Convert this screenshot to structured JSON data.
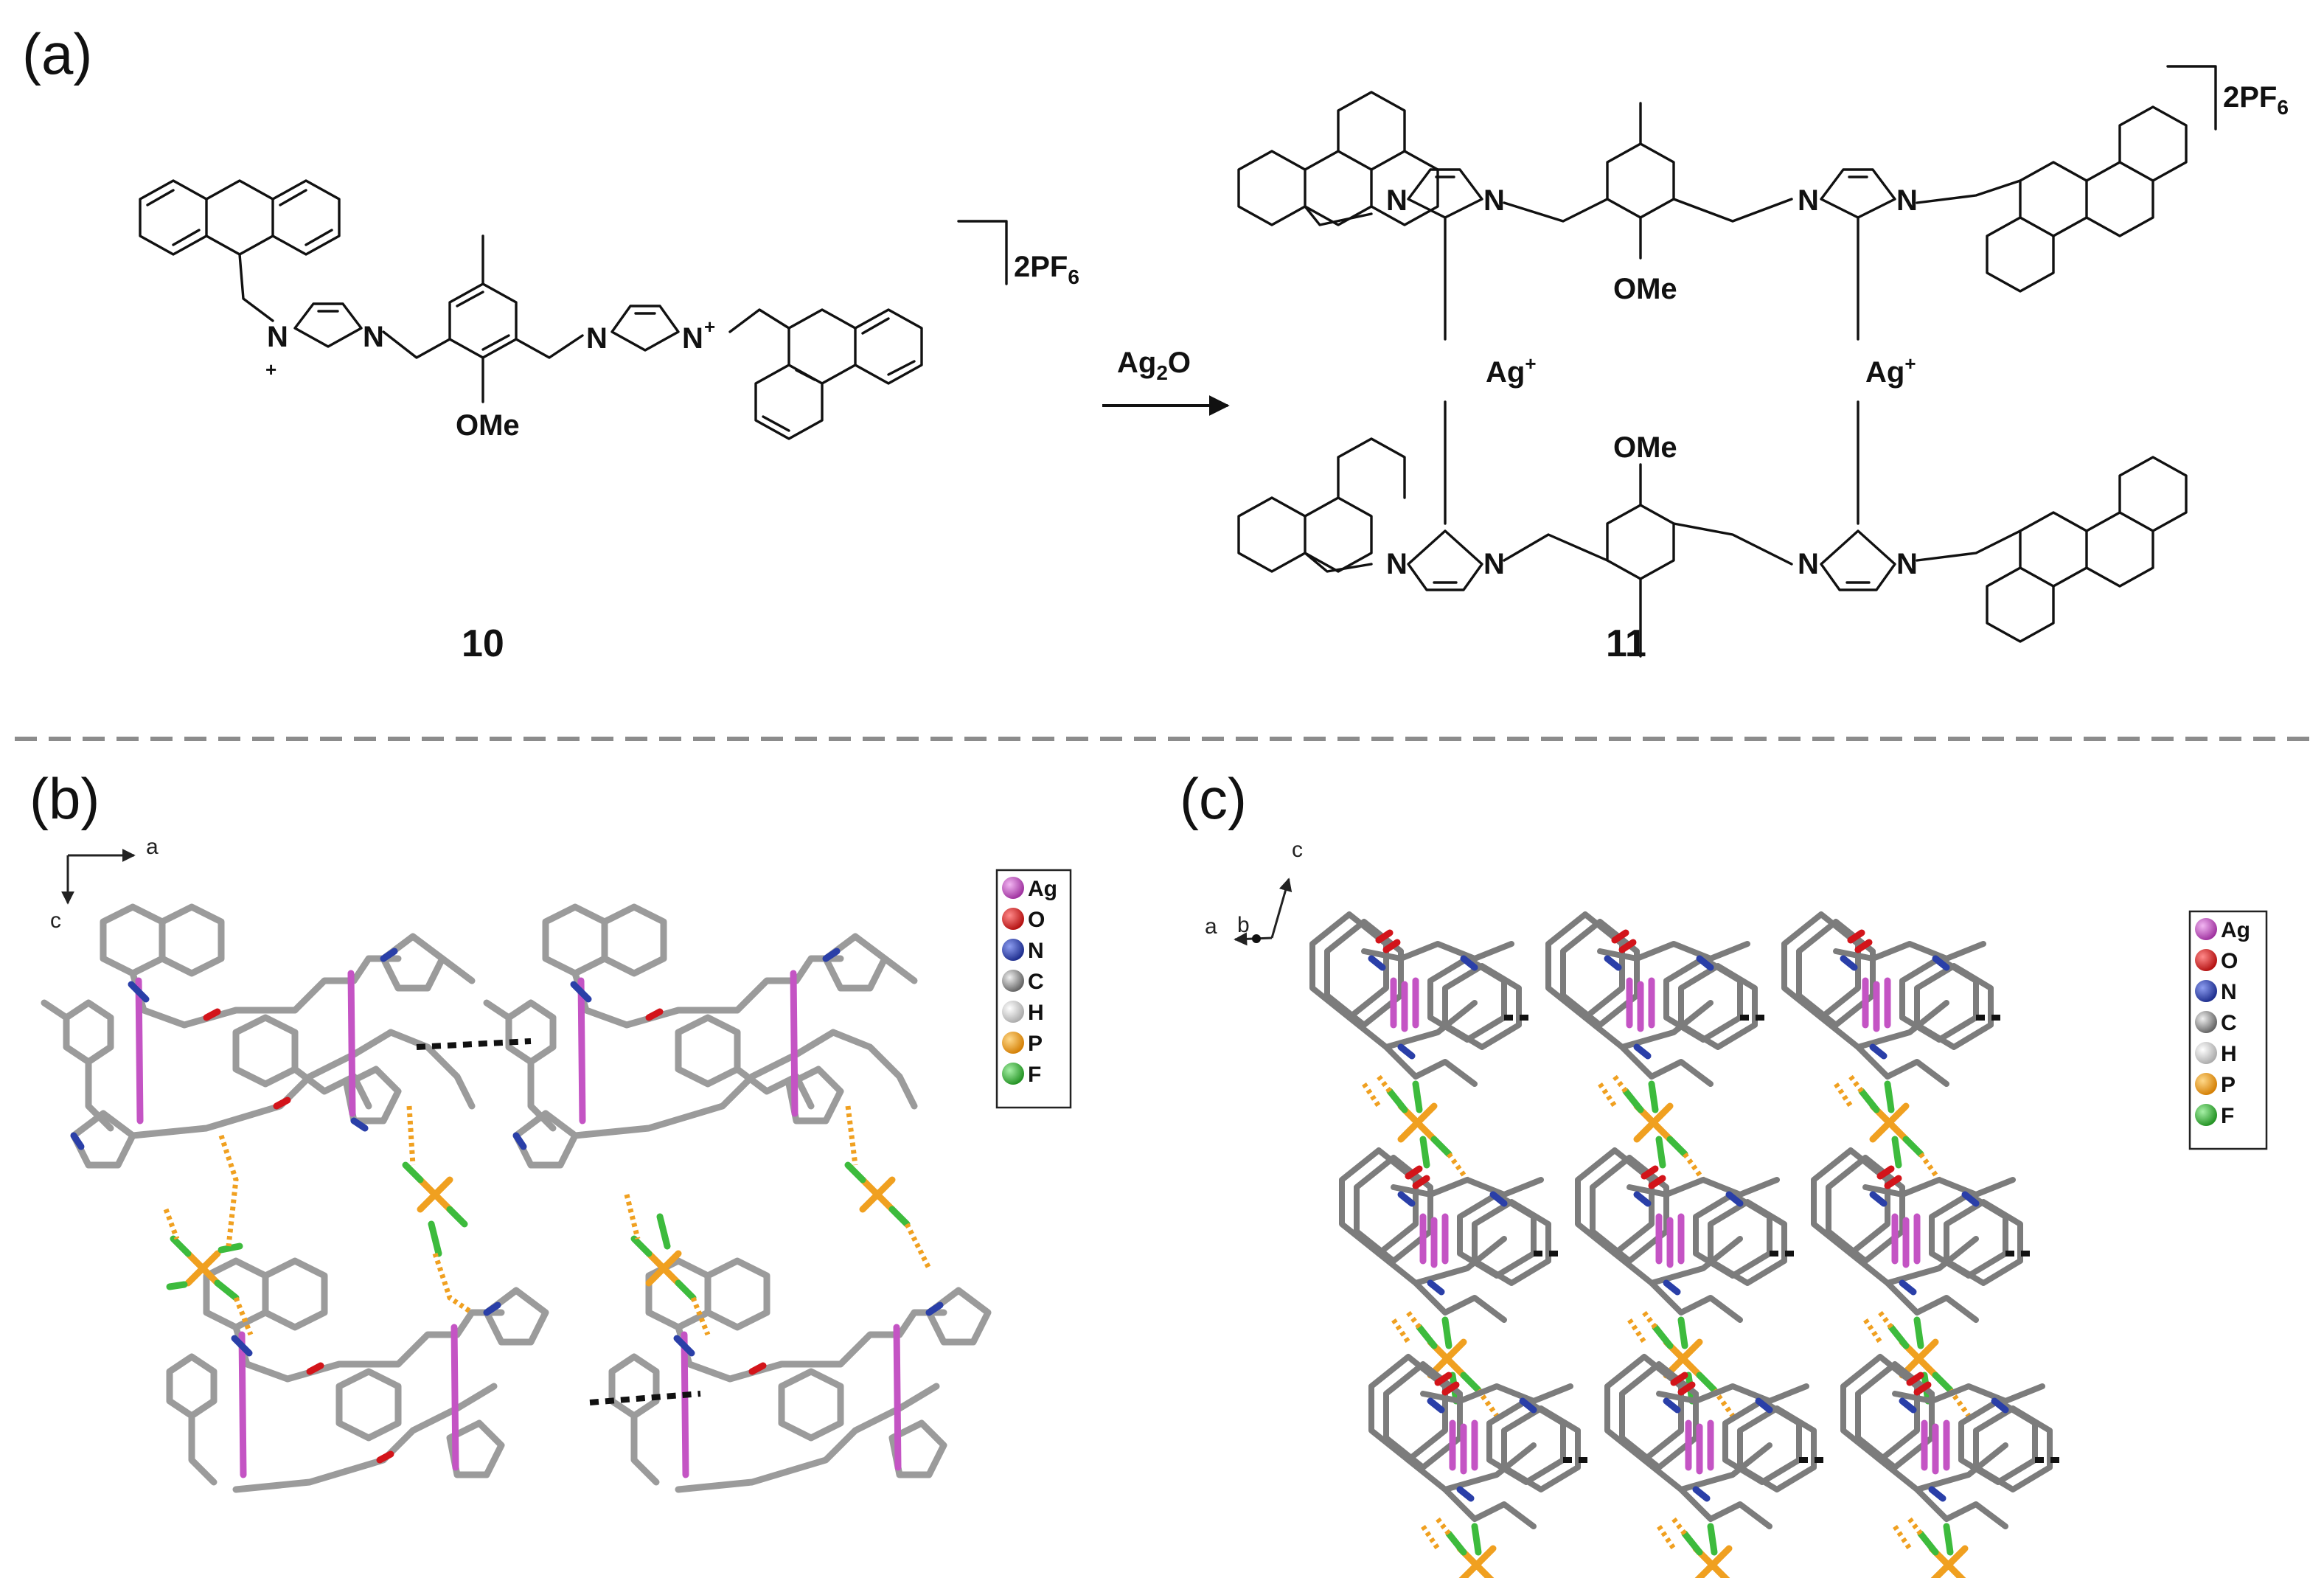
{
  "panels": {
    "a": {
      "label": "(a)",
      "reactant": {
        "compound_number": "10",
        "counterion": "2PF",
        "counterion_sub": "6",
        "substituent": "OMe",
        "n_plus": "N",
        "plus": "+",
        "n": "N"
      },
      "reagent": {
        "text": "Ag",
        "sub": "2",
        "tail": "O"
      },
      "product": {
        "compound_number": "11",
        "counterion": "2PF",
        "counterion_sub": "6",
        "substituent": "OMe",
        "metal": "Ag",
        "metal_charge": "+",
        "n": "N"
      }
    },
    "b": {
      "label": "(b)",
      "axes": {
        "horizontal": "a",
        "vertical": "c"
      },
      "legend": [
        "Ag",
        "O",
        "N",
        "C",
        "H",
        "P",
        "F"
      ]
    },
    "c": {
      "label": "(c)",
      "axes": {
        "vertical": "c",
        "horizontal": "a",
        "depth": "b"
      },
      "legend": [
        "Ag",
        "O",
        "N",
        "C",
        "H",
        "P",
        "F"
      ]
    }
  },
  "colors": {
    "Ag": "#c454c4",
    "O": "#e01818",
    "N": "#2a3fa8",
    "C": "#9b9b9b",
    "H": "#e4e4e4",
    "P": "#f0a020",
    "F": "#3dbb3d",
    "divider": "#8c8c8c"
  }
}
